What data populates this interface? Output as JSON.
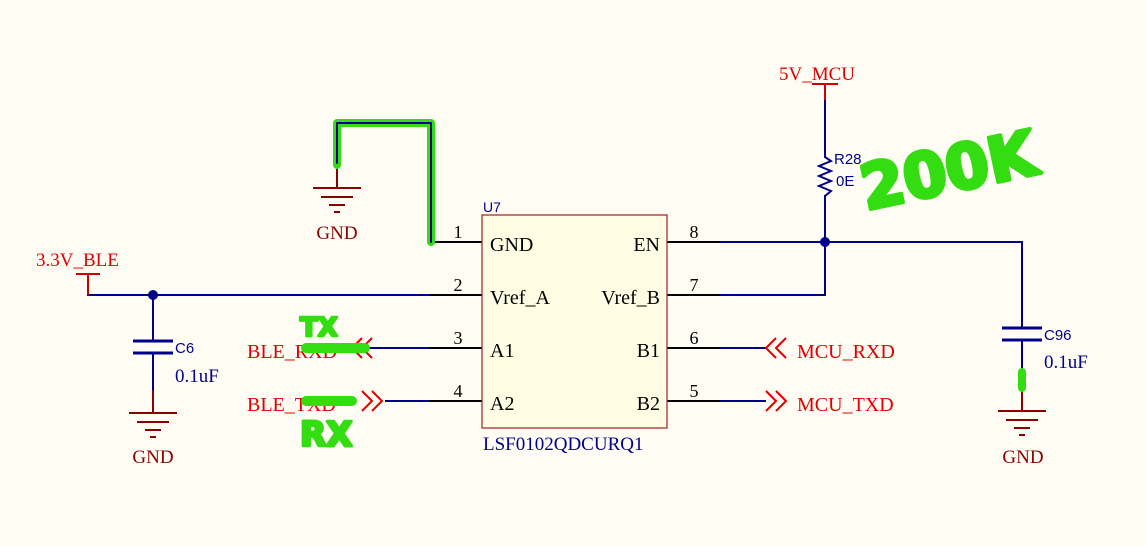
{
  "colors": {
    "background": "#fffcf4",
    "wire": "#00008b",
    "net_label": "#e00000",
    "power_port": "#cc0000",
    "ground": "#8b0000",
    "ref_des": "#00008b",
    "pin": "#000000",
    "ic_body_fill": "#fffee4",
    "ic_body_stroke": "#a02020",
    "annotation": "#33dd11"
  },
  "ic": {
    "designator": "U7",
    "part_number": "LSF0102QDCURQ1",
    "pins": [
      {
        "number": "1",
        "name": "GND",
        "side": "left"
      },
      {
        "number": "2",
        "name": "Vref_A",
        "side": "left"
      },
      {
        "number": "3",
        "name": "A1",
        "side": "left"
      },
      {
        "number": "4",
        "name": "A2",
        "side": "left"
      },
      {
        "number": "8",
        "name": "EN",
        "side": "right"
      },
      {
        "number": "7",
        "name": "Vref_B",
        "side": "right"
      },
      {
        "number": "6",
        "name": "B1",
        "side": "right"
      },
      {
        "number": "5",
        "name": "B2",
        "side": "right"
      }
    ]
  },
  "power": {
    "v33": "3.3V_BLE",
    "v5": "5V_MCU",
    "gnd": "GND"
  },
  "components": {
    "r28": {
      "designator": "R28",
      "value": "0E"
    },
    "c6": {
      "designator": "C6",
      "value": "0.1uF"
    },
    "c96": {
      "designator": "C96",
      "value": "0.1uF"
    }
  },
  "nets": {
    "ble_rxd": "BLE_RXD",
    "ble_txd": "BLE_TXD",
    "mcu_rxd": "MCU_RXD",
    "mcu_txd": "MCU_TXD"
  },
  "annotations": {
    "resistor_value": "200K",
    "tx": "TX",
    "rx": "RX"
  }
}
